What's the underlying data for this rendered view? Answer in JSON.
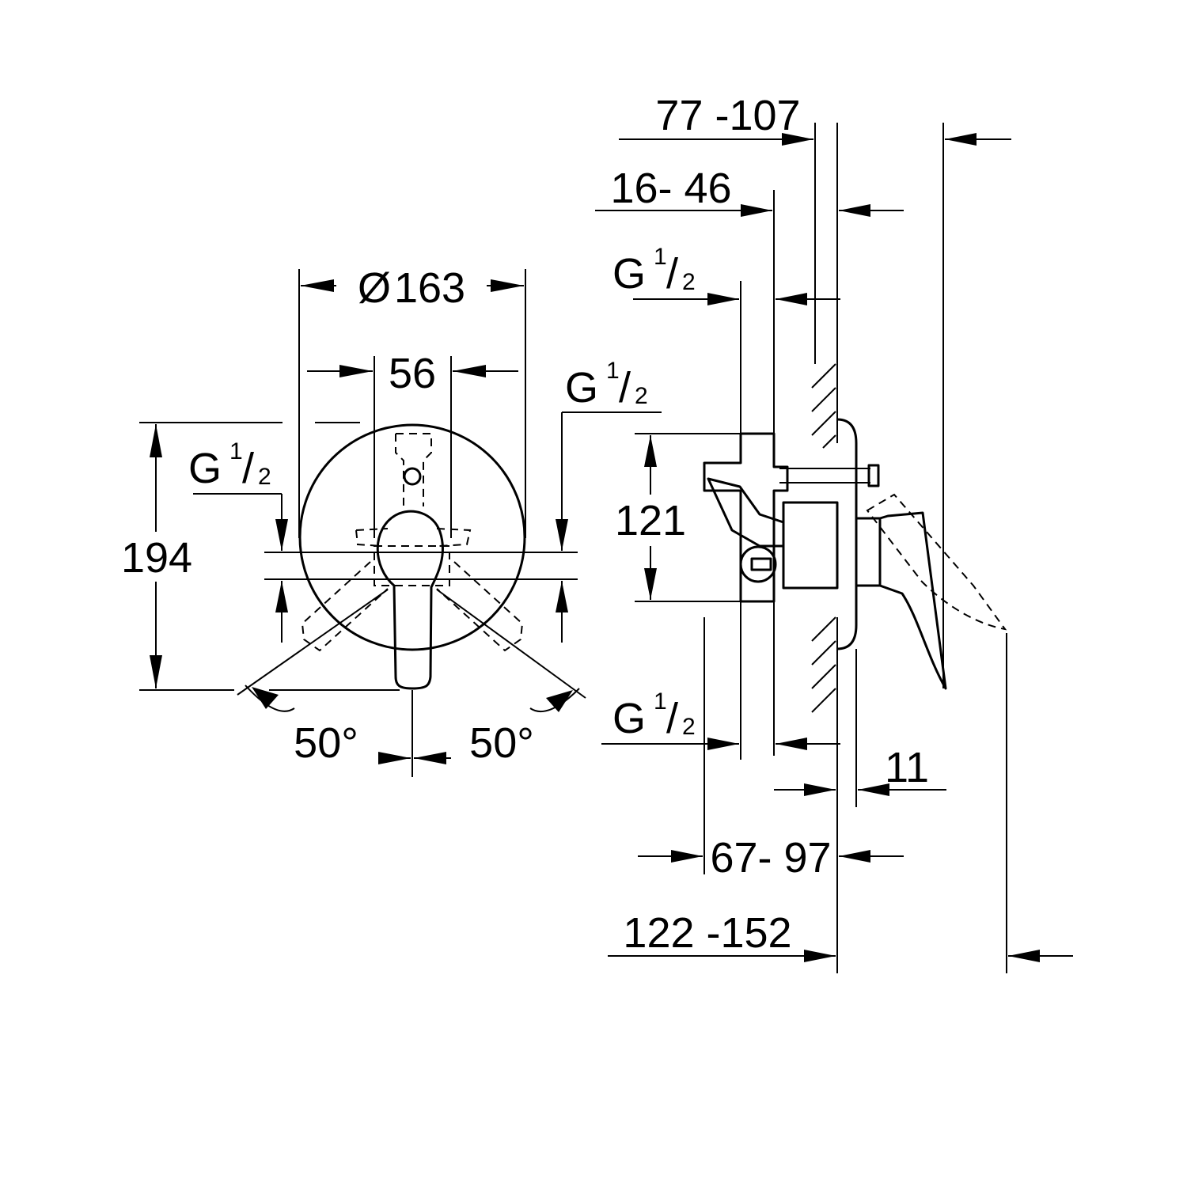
{
  "front_view": {
    "diameter": {
      "symbol": "Ø",
      "value": "163"
    },
    "width_56": "56",
    "height_194": "194",
    "thread_left": {
      "base": "G",
      "num": "1",
      "slash": "/",
      "den": "2"
    },
    "thread_right": {
      "base": "G",
      "num": "1",
      "slash": "/",
      "den": "2"
    },
    "angle_left": "50°",
    "angle_right": "50°"
  },
  "side_view": {
    "dim_77_107": "77 -107",
    "dim_16_46": "16- 46",
    "thread_top": {
      "base": "G",
      "num": "1",
      "slash": "/",
      "den": "2"
    },
    "dim_121": "121",
    "thread_bottom": {
      "base": "G",
      "num": "1",
      "slash": "/",
      "den": "2"
    },
    "dim_11": "11",
    "dim_67_97": "67- 97",
    "dim_122_152": "122 -152"
  }
}
